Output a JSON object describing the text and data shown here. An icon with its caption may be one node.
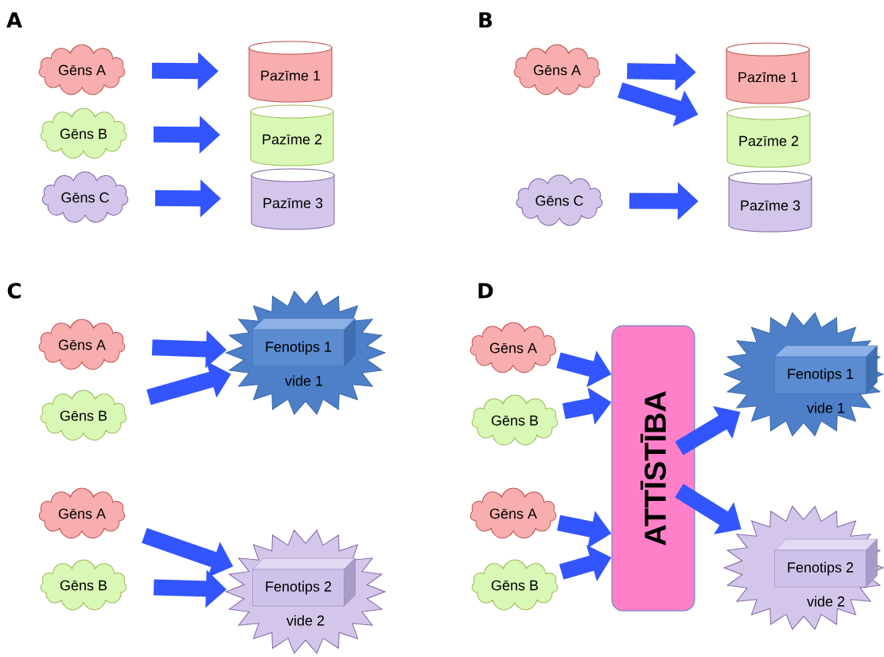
{
  "diagram": {
    "nodes": [
      {
        "text": [
          "Gēns A"
        ]
      },
      {
        "text": [
          "Gēns B"
        ]
      },
      {
        "text": [
          "Gēns C"
        ]
      },
      {
        "text": [
          "Pazīme 1"
        ]
      },
      {
        "text": [
          "Pazīme 2"
        ]
      },
      {
        "text": [
          "Pazīme 3"
        ]
      },
      {
        "text": [
          "Gēns A"
        ]
      },
      {
        "text": [
          "Gēns C"
        ]
      },
      {
        "text": [
          "Pazīme 1"
        ]
      },
      {
        "text": [
          "Pazīme 2"
        ]
      },
      {
        "text": [
          "Pazīme 3"
        ]
      },
      {
        "text": [
          "Gēns A"
        ]
      },
      {
        "text": [
          "Gēns B"
        ]
      },
      {
        "text": [
          "Gēns A"
        ]
      },
      {
        "text": [
          "Gēns B"
        ]
      },
      {
        "text": [
          "vide 1"
        ]
      },
      {
        "text": [
          "Fenotips 1"
        ],
        "in": 15
      },
      {
        "text": [
          "vide 2"
        ]
      },
      {
        "text": [
          "Fenotips 2"
        ],
        "in": 17
      },
      {
        "text": [
          "Gēns A"
        ]
      },
      {
        "text": [
          "Gēns B"
        ]
      },
      {
        "text": [
          "Gēns A"
        ]
      },
      {
        "text": [
          "Gēns B"
        ]
      },
      {
        "text": [
          "ATTĪSTĪBA"
        ]
      },
      {
        "text": [
          "vide 1"
        ]
      },
      {
        "text": [
          "Fenotips 1"
        ],
        "in": 24
      },
      {
        "text": [
          "vide 2"
        ]
      },
      {
        "text": [
          "Fenotips 2"
        ],
        "in": 26
      }
    ],
    "edges": [
      {
        "from": 0,
        "to": 3,
        "arrow": "to"
      },
      {
        "from": 1,
        "to": 4,
        "arrow": "to"
      },
      {
        "from": 2,
        "to": 5,
        "arrow": "to"
      },
      {
        "from": 6,
        "to": 8,
        "arrow": "to"
      },
      {
        "from": 6,
        "to": 9,
        "arrow": "to"
      },
      {
        "from": 7,
        "to": 10,
        "arrow": "to"
      },
      {
        "from": 11,
        "to": 15,
        "arrow": "to"
      },
      {
        "from": 12,
        "to": 15,
        "arrow": "to"
      },
      {
        "from": 13,
        "to": 17,
        "arrow": "to"
      },
      {
        "from": 14,
        "to": 17,
        "arrow": "to"
      },
      {
        "from": 19,
        "to": 23,
        "arrow": "to"
      },
      {
        "from": 20,
        "to": 23,
        "arrow": "to"
      },
      {
        "from": 21,
        "to": 23,
        "arrow": "to"
      },
      {
        "from": 22,
        "to": 23,
        "arrow": "to"
      },
      {
        "from": 23,
        "to": 24,
        "arrow": "to"
      },
      {
        "from": 23,
        "to": 26,
        "arrow": "to"
      }
    ],
    "labels": [
      "A",
      "B",
      "C",
      "D"
    ]
  }
}
